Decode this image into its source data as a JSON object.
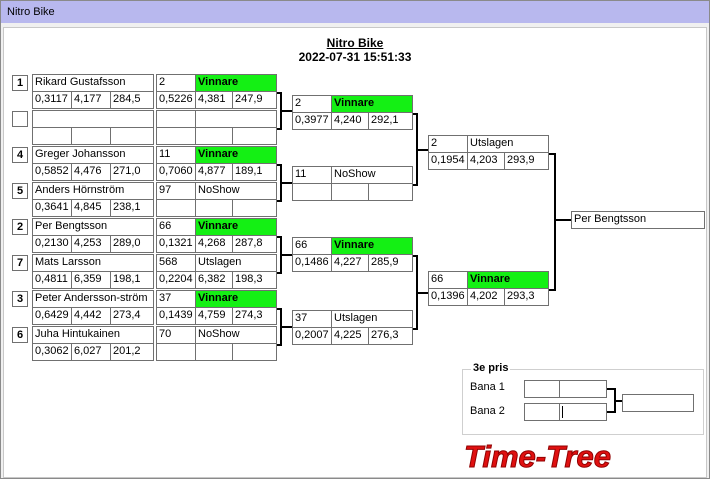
{
  "window": {
    "title": "Nitro Bike"
  },
  "event": {
    "name": "Nitro Bike",
    "datetime": "2022-07-31  15:51:33"
  },
  "round1": [
    {
      "seed": "1",
      "name": "Rikard Gustafsson",
      "s1": "0,3117",
      "s2": "4,177",
      "s3": "284,5"
    },
    {
      "seed": "",
      "name": "",
      "s1": "",
      "s2": "",
      "s3": ""
    },
    {
      "seed": "4",
      "name": "Greger Johansson",
      "s1": "0,5852",
      "s2": "4,476",
      "s3": "271,0"
    },
    {
      "seed": "5",
      "name": "Anders Hörnström",
      "s1": "0,3641",
      "s2": "4,845",
      "s3": "238,1"
    },
    {
      "seed": "2",
      "name": "Per Bengtsson",
      "s1": "0,2130",
      "s2": "4,253",
      "s3": "289,0"
    },
    {
      "seed": "7",
      "name": "Mats Larsson",
      "s1": "0,4811",
      "s2": "6,359",
      "s3": "198,1"
    },
    {
      "seed": "3",
      "name": "Peter Andersson-ström",
      "s1": "0,6429",
      "s2": "4,442",
      "s3": "273,4"
    },
    {
      "seed": "6",
      "name": "Juha Hintukainen",
      "s1": "0,3062",
      "s2": "6,027",
      "s3": "201,2"
    }
  ],
  "round2": [
    {
      "num": "2",
      "result": "Vinnare",
      "s1": "0,5226",
      "s2": "4,381",
      "s3": "247,9",
      "win": true
    },
    {
      "num": "",
      "result": "",
      "s1": "",
      "s2": "",
      "s3": "",
      "win": false
    },
    {
      "num": "11",
      "result": "Vinnare",
      "s1": "0,7060",
      "s2": "4,877",
      "s3": "189,1",
      "win": true
    },
    {
      "num": "97",
      "result": "NoShow",
      "s1": "",
      "s2": "",
      "s3": "",
      "win": false
    },
    {
      "num": "66",
      "result": "Vinnare",
      "s1": "0,1321",
      "s2": "4,268",
      "s3": "287,8",
      "win": true
    },
    {
      "num": "568",
      "result": "Utslagen",
      "s1": "0,2204",
      "s2": "6,382",
      "s3": "198,3",
      "win": false
    },
    {
      "num": "37",
      "result": "Vinnare",
      "s1": "0,1439",
      "s2": "4,759",
      "s3": "274,3",
      "win": true
    },
    {
      "num": "70",
      "result": "NoShow",
      "s1": "",
      "s2": "",
      "s3": "",
      "win": false
    }
  ],
  "round3": [
    {
      "num": "2",
      "result": "Vinnare",
      "s1": "0,3977",
      "s2": "4,240",
      "s3": "292,1",
      "win": true
    },
    {
      "num": "11",
      "result": "NoShow",
      "s1": "",
      "s2": "",
      "s3": "",
      "win": false
    },
    {
      "num": "66",
      "result": "Vinnare",
      "s1": "0,1486",
      "s2": "4,227",
      "s3": "285,9",
      "win": true
    },
    {
      "num": "37",
      "result": "Utslagen",
      "s1": "0,2007",
      "s2": "4,225",
      "s3": "276,3",
      "win": false
    }
  ],
  "round4": [
    {
      "num": "2",
      "result": "Utslagen",
      "s1": "0,1954",
      "s2": "4,203",
      "s3": "293,9",
      "win": false
    },
    {
      "num": "66",
      "result": "Vinnare",
      "s1": "0,1396",
      "s2": "4,202",
      "s3": "293,3",
      "win": true
    }
  ],
  "final": {
    "winner": "Per Bengtsson"
  },
  "third_prize": {
    "title": "3e pris",
    "lane1": "Bana 1",
    "lane2": "Bana 2"
  },
  "logo": {
    "text": "Time-Tree"
  },
  "colors": {
    "winner": "#14f014",
    "titlebar": "#b8b8ee",
    "logo": "#e01010"
  }
}
